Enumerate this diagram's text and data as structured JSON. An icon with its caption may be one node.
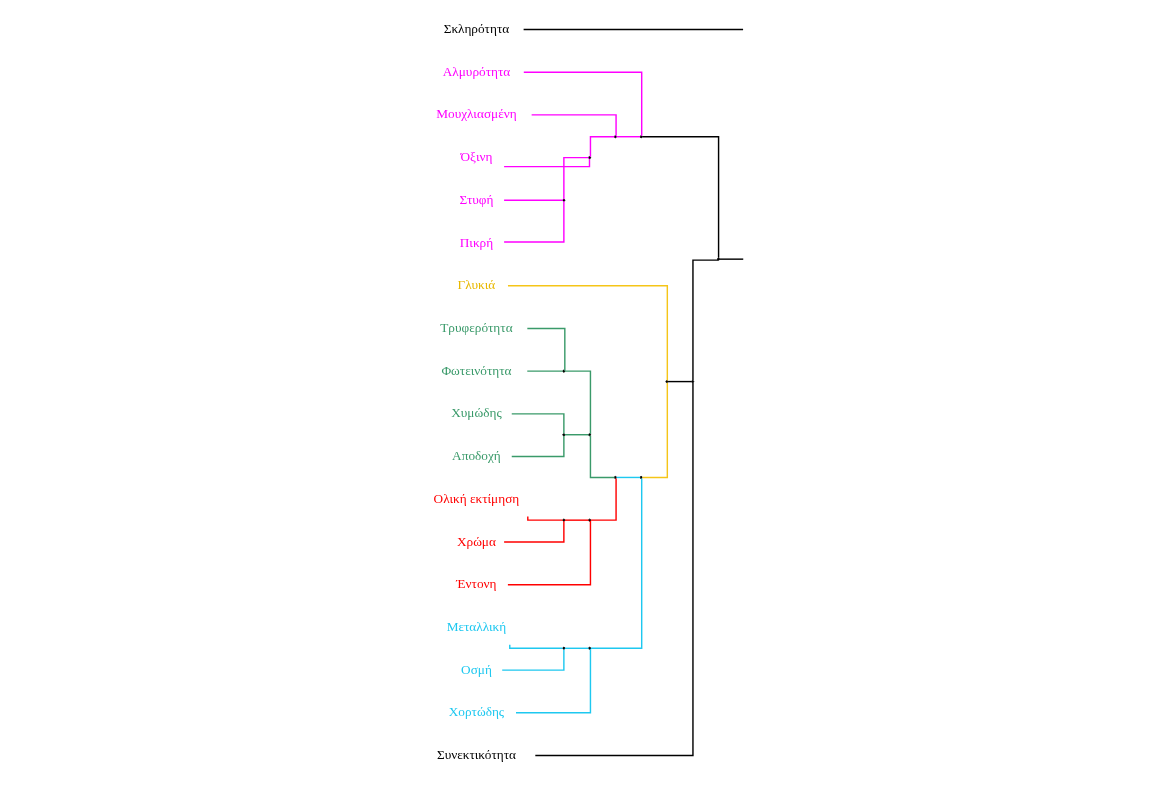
{
  "diagram": {
    "nodes": [
      {
        "text": [
          "Αποδοχή"
        ]
      },
      {
        "text": [
          "Χυμώδης"
        ]
      },
      {
        "text": [
          "Φωτεινότητα"
        ]
      },
      {
        "text": [
          "Τρυφερότητα"
        ]
      },
      {
        "text": [
          "Χρώμα"
        ]
      },
      {
        "text": [
          "Ολική εκτίμηση"
        ]
      },
      {
        "text": [
          "Έντονη"
        ]
      },
      {
        "text": [
          "Μεταλλική"
        ]
      },
      {
        "text": [
          "Οσμή"
        ]
      },
      {
        "text": [
          "Χορτώδης"
        ]
      },
      {
        "text": [
          "Γλυκιά"
        ]
      },
      {
        "text": [
          "Συνεκτικότητα"
        ]
      },
      {
        "text": [
          "Πικρή"
        ]
      },
      {
        "text": [
          "Στυφή"
        ]
      },
      {
        "text": [
          "Όξινη"
        ]
      },
      {
        "text": [
          "Μουχλιασμένη"
        ]
      },
      {
        "text": [
          "Αλμυρότητα"
        ]
      },
      {
        "text": [
          "Σκληρότητα"
        ]
      },
      {
        "text": [],
        "shape": "point"
      },
      {
        "text": [],
        "shape": "point"
      },
      {
        "text": [],
        "shape": "point"
      },
      {
        "text": [],
        "shape": "point"
      },
      {
        "text": [],
        "shape": "point"
      },
      {
        "text": [],
        "shape": "point"
      },
      {
        "text": [],
        "shape": "point"
      },
      {
        "text": [],
        "shape": "point"
      },
      {
        "text": [],
        "shape": "point"
      },
      {
        "text": [],
        "shape": "point"
      },
      {
        "text": [],
        "shape": "point"
      },
      {
        "text": [],
        "shape": "point"
      },
      {
        "text": [],
        "shape": "point"
      },
      {
        "text": [],
        "shape": "point"
      },
      {
        "text": [],
        "shape": "point"
      },
      {
        "text": [],
        "shape": "point"
      }
    ],
    "edges": [
      {
        "from": 0,
        "to": 18,
        "arrow": "none",
        "color": "#3a9a6a"
      },
      {
        "from": 1,
        "to": 18,
        "arrow": "none",
        "color": "#3a9a6a"
      },
      {
        "from": 2,
        "to": 19,
        "arrow": "none",
        "color": "#3a9a6a"
      },
      {
        "from": 3,
        "to": 19,
        "arrow": "none",
        "color": "#3a9a6a"
      },
      {
        "from": 18,
        "to": 20,
        "arrow": "none",
        "color": "#3a9a6a"
      },
      {
        "from": 19,
        "to": 20,
        "arrow": "none",
        "color": "#3a9a6a"
      },
      {
        "from": 4,
        "to": 21,
        "arrow": "none",
        "color": "#ff0000"
      },
      {
        "from": 5,
        "to": 21,
        "arrow": "none",
        "color": "#ff0000"
      },
      {
        "from": 21,
        "to": 22,
        "arrow": "none",
        "color": "#ff0000"
      },
      {
        "from": 6,
        "to": 22,
        "arrow": "none",
        "color": "#ff0000"
      },
      {
        "from": 20,
        "to": 23,
        "arrow": "none",
        "color": "#3a9a6a"
      },
      {
        "from": 22,
        "to": 23,
        "arrow": "none",
        "color": "#ff0000"
      },
      {
        "from": 7,
        "to": 24,
        "arrow": "none",
        "color": "#1ec8f0"
      },
      {
        "from": 8,
        "to": 24,
        "arrow": "none",
        "color": "#1ec8f0"
      },
      {
        "from": 24,
        "to": 25,
        "arrow": "none",
        "color": "#1ec8f0"
      },
      {
        "from": 9,
        "to": 25,
        "arrow": "none",
        "color": "#1ec8f0"
      },
      {
        "from": 23,
        "to": 26,
        "arrow": "none",
        "color": "#1ec8f0"
      },
      {
        "from": 25,
        "to": 26,
        "arrow": "none",
        "color": "#1ec8f0"
      },
      {
        "from": 26,
        "to": 27,
        "arrow": "none",
        "color": "#f5c518"
      },
      {
        "from": 10,
        "to": 27,
        "arrow": "none",
        "color": "#f5c518"
      },
      {
        "from": 27,
        "to": 28,
        "arrow": "none",
        "color": "#000000"
      },
      {
        "from": 11,
        "to": 28,
        "arrow": "none",
        "color": "#000000"
      },
      {
        "from": 12,
        "to": 29,
        "arrow": "none",
        "color": "#ff00ff"
      },
      {
        "from": 13,
        "to": 29,
        "arrow": "none",
        "color": "#ff00ff"
      },
      {
        "from": 29,
        "to": 30,
        "arrow": "none",
        "color": "#ff00ff"
      },
      {
        "from": 14,
        "to": 30,
        "arrow": "none",
        "color": "#ff00ff"
      },
      {
        "from": 30,
        "to": 31,
        "arrow": "none",
        "color": "#ff00ff"
      },
      {
        "from": 15,
        "to": 31,
        "arrow": "none",
        "color": "#ff00ff"
      },
      {
        "from": 31,
        "to": 32,
        "arrow": "none",
        "color": "#ff00ff"
      },
      {
        "from": 16,
        "to": 32,
        "arrow": "none",
        "color": "#ff00ff"
      },
      {
        "from": 28,
        "to": 33,
        "arrow": "none",
        "color": "#000000"
      },
      {
        "from": 32,
        "to": 33,
        "arrow": "none",
        "color": "#000000"
      },
      {
        "from": 33,
        "to": null,
        "arrow": "none",
        "color": "#000000"
      },
      {
        "from": 17,
        "to": null,
        "arrow": "none",
        "color": "#000000"
      }
    ]
  }
}
